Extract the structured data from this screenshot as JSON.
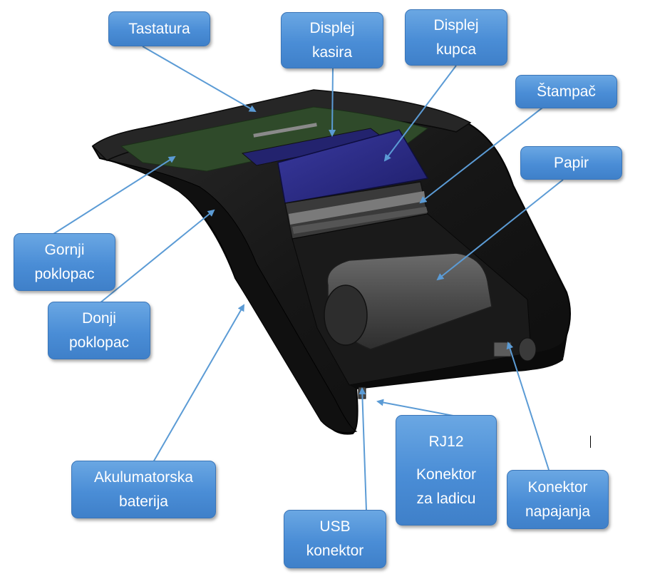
{
  "diagram": {
    "callouts": {
      "tastatura": [
        "Tastatura"
      ],
      "displej_kasira": [
        "Displej",
        "kasira"
      ],
      "displej_kupca": [
        "Displej",
        "kupca"
      ],
      "stampac": [
        "Štampač"
      ],
      "papir": [
        "Papir"
      ],
      "gornji_poklopac": [
        "Gornji",
        "poklopac"
      ],
      "donji_poklopac": [
        "Donji",
        "poklopac"
      ],
      "akumulatorska_baterija": [
        "Akulumatorska",
        "baterija"
      ],
      "usb_konektor": [
        "USB",
        "konektor"
      ],
      "rj12": [
        "RJ12",
        "Konektor",
        "za ladicu"
      ],
      "konektor_napajanja": [
        "Konektor",
        "napajanja"
      ]
    },
    "colors": {
      "callout_fill": "#4a8dd6",
      "callout_border": "#3a75b8",
      "arrow": "#5b9bd5",
      "device_body": "#1c1c1c",
      "display": "#2a2a80",
      "pcb": "#2f4a2a",
      "paper_roll": "#4a4a4a"
    }
  }
}
